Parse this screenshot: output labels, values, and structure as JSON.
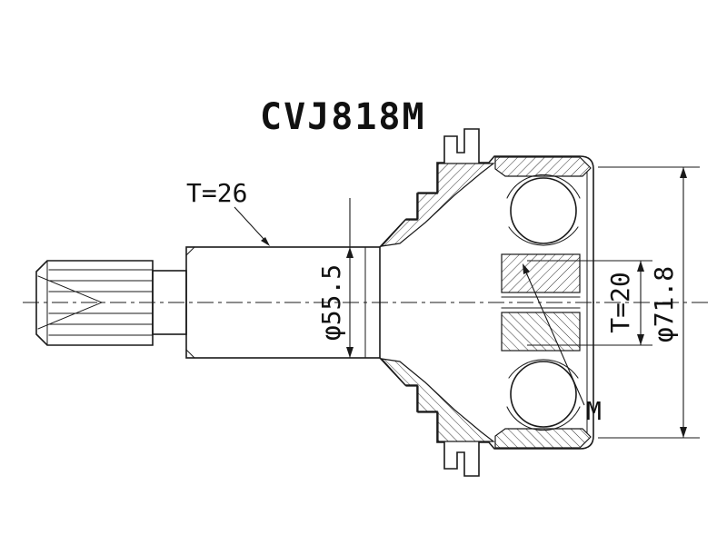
{
  "drawing": {
    "title": "CVJ818M",
    "dimensions": {
      "outer_spline_teeth": "T=26",
      "shaft_diameter": "φ55.5",
      "inner_spline_teeth": "T=20",
      "outer_diameter": "φ71.8",
      "marker": "M"
    },
    "colors": {
      "line": "#1a1a1a",
      "background": "#ffffff"
    }
  }
}
